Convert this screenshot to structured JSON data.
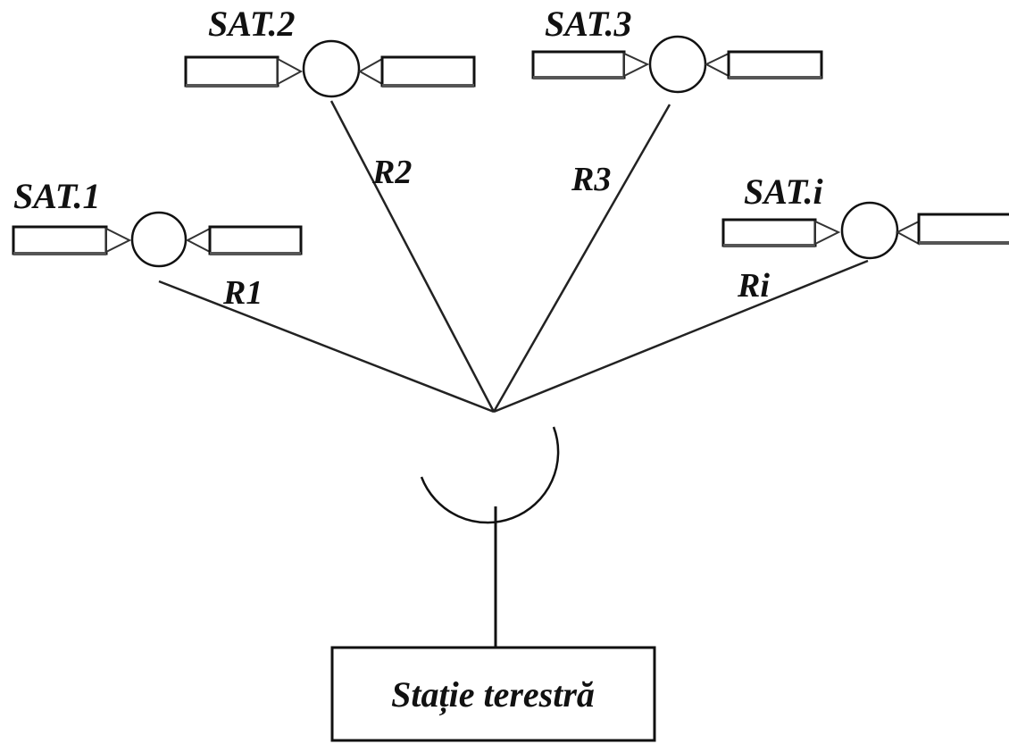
{
  "satellites": [
    {
      "label": "SAT.1",
      "range_label": "R1"
    },
    {
      "label": "SAT.2",
      "range_label": "R2"
    },
    {
      "label": "SAT.3",
      "range_label": "R3"
    },
    {
      "label": "SAT.i",
      "range_label": "Ri"
    }
  ],
  "station": {
    "label": "Stație terestră"
  },
  "colors": {
    "line": "#222222",
    "background": "#ffffff"
  }
}
